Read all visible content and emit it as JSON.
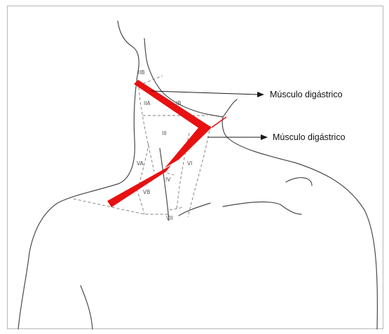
{
  "figure": {
    "zones": {
      "IIB": "IIB",
      "IIA": "IIA",
      "IB": "IB",
      "III": "III",
      "VA": "VA",
      "VI": "VI",
      "IV": "IV",
      "VB": "VB",
      "VII": "VII"
    },
    "callouts": {
      "upper": "Músculo digástrico",
      "lower": "Músculo digástrico"
    }
  },
  "colors": {
    "muscle": "#e81010",
    "outline": "#4a4a4a",
    "dashed_boundary": "#7a7a7a"
  }
}
